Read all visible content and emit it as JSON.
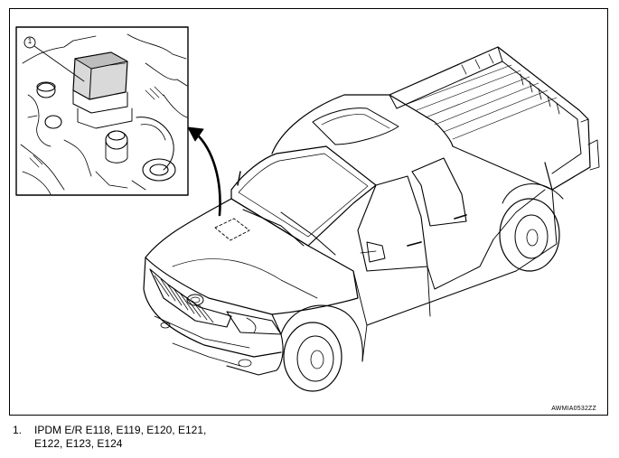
{
  "figure": {
    "callout_number": "1",
    "figure_id": "AWMIA0532ZZ"
  },
  "legend": [
    {
      "number": "1.",
      "line1": "IPDM E/R E118, E119, E120, E121,",
      "line2": "E122, E123, E124"
    }
  ]
}
